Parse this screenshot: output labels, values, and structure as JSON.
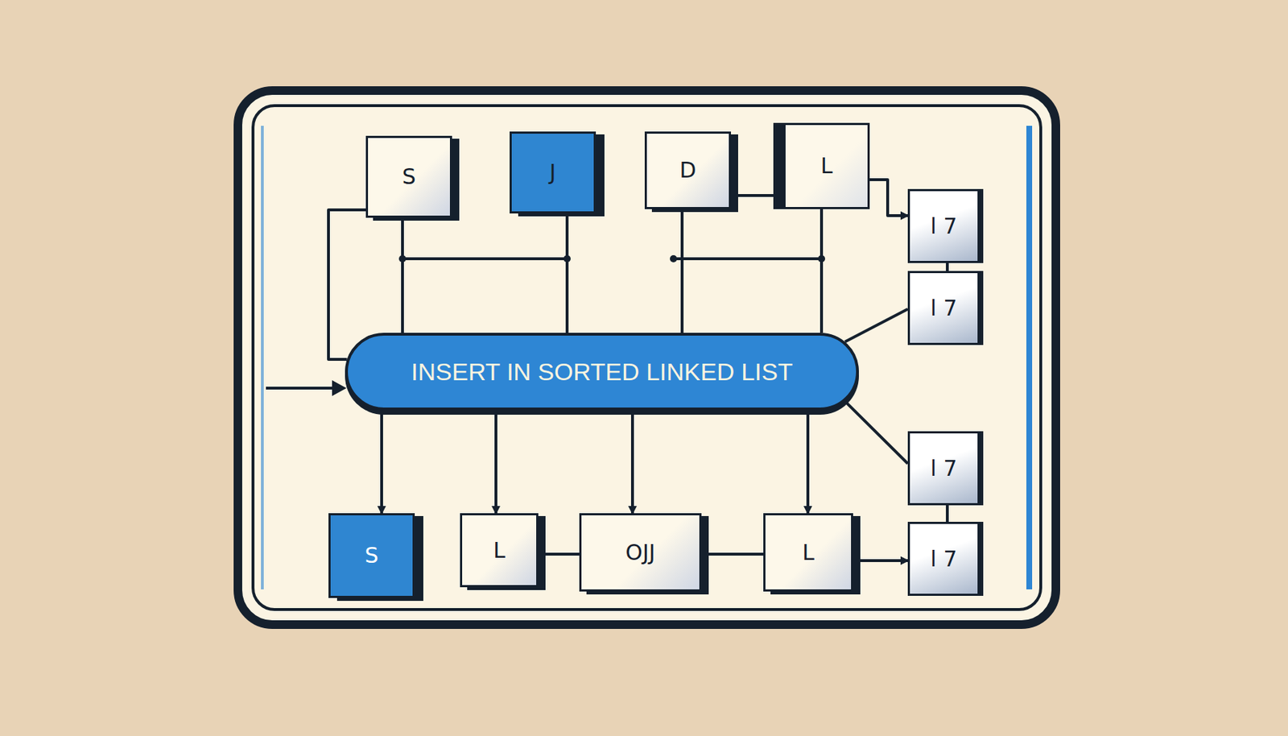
{
  "diagram": {
    "nodes": [
      {
        "text": [
          "S"
        ]
      },
      {
        "text": [
          "J"
        ]
      },
      {
        "text": [
          "D"
        ]
      },
      {
        "text": [
          "L"
        ]
      },
      {
        "text": [
          "l 7"
        ]
      },
      {
        "text": [
          "l 7"
        ]
      },
      {
        "text": [
          "INSERT IN SORTED LINKED LIST"
        ]
      },
      {
        "text": [
          "l 7"
        ]
      },
      {
        "text": [
          "S"
        ]
      },
      {
        "text": [
          "L"
        ]
      },
      {
        "text": [
          "OJJ"
        ]
      },
      {
        "text": [
          "L"
        ]
      },
      {
        "text": [
          "l 7"
        ]
      }
    ],
    "edges": [
      {
        "from": 0,
        "to": 6,
        "arrow": "none"
      },
      {
        "from": 0,
        "to": 6,
        "arrow": "none"
      },
      {
        "from": 1,
        "to": 6,
        "arrow": "none"
      },
      {
        "from": 2,
        "to": 6,
        "arrow": "none"
      },
      {
        "from": 3,
        "to": 6,
        "arrow": "none"
      },
      {
        "from": 2,
        "to": 3,
        "arrow": "none"
      },
      {
        "from": 3,
        "to": 4,
        "arrow": "to"
      },
      {
        "from": 4,
        "to": 5,
        "arrow": "none"
      },
      {
        "from": 6,
        "to": 5,
        "arrow": "none"
      },
      {
        "from": 6,
        "to": 7,
        "arrow": "none"
      },
      {
        "from": 7,
        "to": 12,
        "arrow": "none"
      },
      {
        "from": 6,
        "to": 8,
        "arrow": "to"
      },
      {
        "from": 6,
        "to": 9,
        "arrow": "to"
      },
      {
        "from": 6,
        "to": 10,
        "arrow": "to"
      },
      {
        "from": 6,
        "to": 11,
        "arrow": "to"
      },
      {
        "from": 9,
        "to": 10,
        "arrow": "none"
      },
      {
        "from": 10,
        "to": 11,
        "arrow": "none"
      },
      {
        "from": 11,
        "to": 12,
        "arrow": "to"
      }
    ]
  }
}
